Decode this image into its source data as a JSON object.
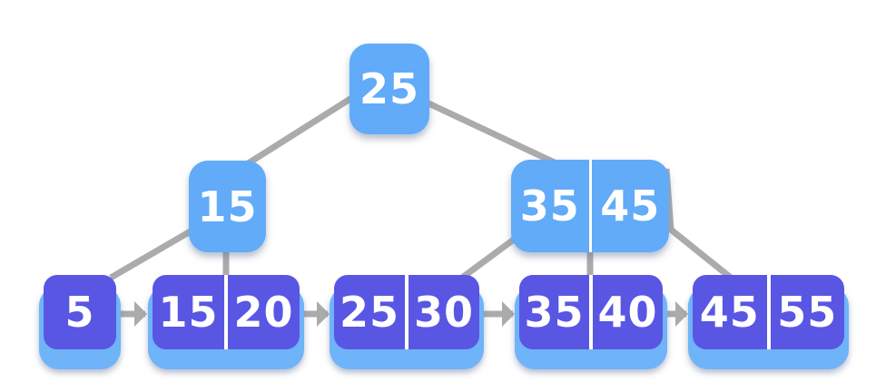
{
  "diagram": {
    "title": "b-plus-tree",
    "nodes": {
      "root": {
        "kind": "internal",
        "keys": [
          "25"
        ]
      },
      "internal_left": {
        "kind": "internal",
        "keys": [
          "15"
        ]
      },
      "internal_right": {
        "kind": "internal",
        "keys": [
          "35",
          "45"
        ]
      },
      "leaf_1": {
        "kind": "leaf",
        "keys": [
          "5"
        ]
      },
      "leaf_2": {
        "kind": "leaf",
        "keys": [
          "15",
          "20"
        ]
      },
      "leaf_3": {
        "kind": "leaf",
        "keys": [
          "25",
          "30"
        ]
      },
      "leaf_4": {
        "kind": "leaf",
        "keys": [
          "35",
          "40"
        ]
      },
      "leaf_5": {
        "kind": "leaf",
        "keys": [
          "45",
          "55"
        ]
      }
    },
    "edges": [
      {
        "from": "root",
        "to": "internal_left",
        "type": "child"
      },
      {
        "from": "root",
        "to": "internal_right",
        "type": "child"
      },
      {
        "from": "internal_left",
        "to": "leaf_1",
        "type": "child"
      },
      {
        "from": "internal_left",
        "to": "leaf_2",
        "type": "child"
      },
      {
        "from": "internal_right",
        "to": "leaf_3",
        "type": "child"
      },
      {
        "from": "internal_right",
        "to": "leaf_4",
        "type": "child"
      },
      {
        "from": "internal_right",
        "to": "leaf_5",
        "type": "child"
      },
      {
        "from": "leaf_1",
        "to": "leaf_2",
        "type": "leaf-link-arrow"
      },
      {
        "from": "leaf_2",
        "to": "leaf_3",
        "type": "leaf-link-arrow"
      },
      {
        "from": "leaf_3",
        "to": "leaf_4",
        "type": "leaf-link-arrow"
      },
      {
        "from": "leaf_4",
        "to": "leaf_5",
        "type": "leaf-link-arrow"
      }
    ],
    "colors": {
      "background": "#FFFFFF",
      "internal_node": "#61ABF8",
      "leaf_node": "#5956E4",
      "leaf_underlay": "#6FB3F9",
      "connector": "#ABABAB",
      "key_text": "#FFFFFF",
      "divider": "#FFFFFF"
    }
  }
}
